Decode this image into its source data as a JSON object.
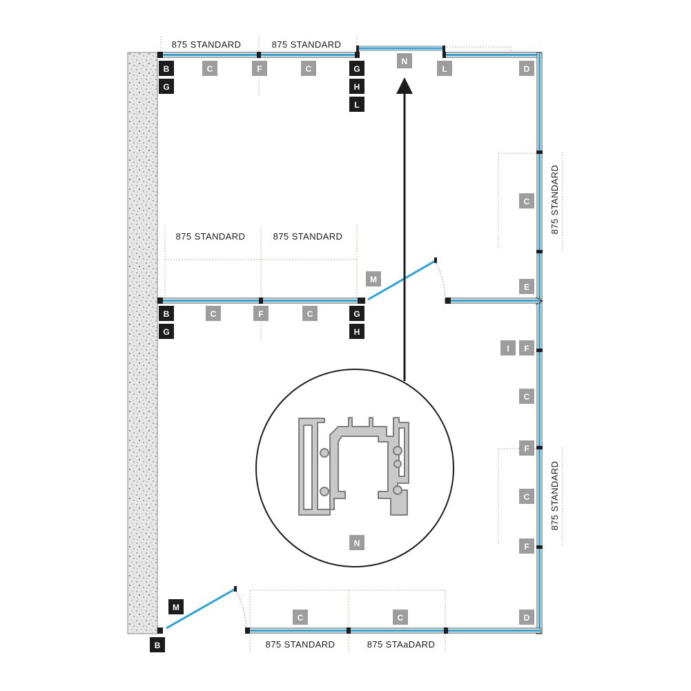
{
  "colors": {
    "glass": "#29a3dd",
    "frame": "#4a4a4a",
    "tag_dark": "#1c1c1c",
    "tag_grey": "#9d9d9d",
    "wall_fill": "#e6e6e6",
    "guide": "#b9b9a6",
    "profile": "#aaaaaa"
  },
  "dimensions": {
    "top_1": "875  STANDARD",
    "top_2": "875  STANDARD",
    "mid_1": "875  STANDARD",
    "mid_2": "875  STANDARD",
    "right_1": "875  STANDARD",
    "right_2": "875  STANDARD",
    "bottom_1": "875  STANDARD",
    "bottom_2": "875  STAaDARD"
  },
  "tags": {
    "top_b": "B",
    "top_g1": "G",
    "top_c1": "C",
    "top_f": "F",
    "top_c2": "C",
    "top_g2": "G",
    "top_h": "H",
    "top_l1": "L",
    "top_n": "N",
    "top_l2": "L",
    "top_d": "D",
    "right_c1": "C",
    "right_e": "E",
    "mid_m": "M",
    "mid_b": "B",
    "mid_g1": "G",
    "mid_c1": "C",
    "mid_f": "F",
    "mid_c2": "C",
    "mid_g2": "G",
    "mid_h": "H",
    "right_i": "I",
    "right_f1": "F",
    "right_c2": "C",
    "right_f2": "F",
    "right_c3": "C",
    "right_f3": "F",
    "detail_n": "N",
    "bot_m": "M",
    "bot_b": "B",
    "bot_c1": "C",
    "bot_c2": "C",
    "bot_d": "D"
  },
  "icons": {
    "arrow": "arrow-up-icon",
    "detail": "profile-section-icon"
  }
}
